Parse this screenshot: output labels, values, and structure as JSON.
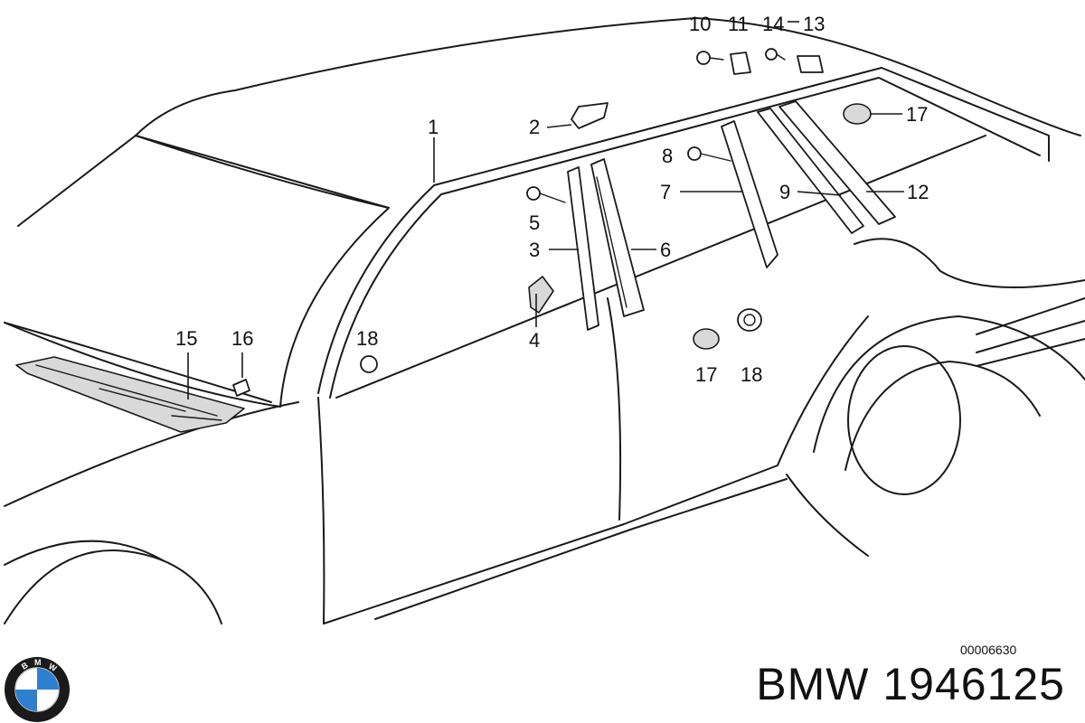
{
  "diagram": {
    "callouts": {
      "c1": "1",
      "c2": "2",
      "c3": "3",
      "c4": "4",
      "c5": "5",
      "c6": "6",
      "c7": "7",
      "c8": "8",
      "c9": "9",
      "c10": "10",
      "c11": "11",
      "c12": "12",
      "c13": "13",
      "c14": "14",
      "c15": "15",
      "c16": "16",
      "c17a": "17",
      "c17b": "17",
      "c18a": "18",
      "c18b": "18"
    },
    "code": "00006630"
  },
  "brand": {
    "title": "BMW 1946125",
    "logo_icon": "bmw-roundel-icon",
    "logo_colors": {
      "blue": "#2f7fd0",
      "white": "#ffffff",
      "ring": "#1a1a1a"
    }
  }
}
